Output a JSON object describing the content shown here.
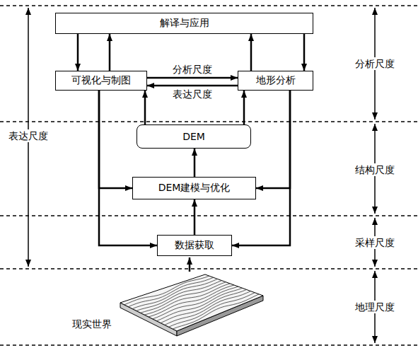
{
  "diagram": {
    "nodes": [
      {
        "text": [
          "解译与应用"
        ]
      },
      {
        "text": [
          "可视化与制图"
        ]
      },
      {
        "text": [
          "地形分析"
        ]
      },
      {
        "text": [
          "DEM"
        ]
      },
      {
        "text": [
          "DEM建模与优化"
        ]
      },
      {
        "text": [
          "数据获取"
        ]
      }
    ],
    "edges": [
      {
        "from": 0,
        "to": 1,
        "arrow": "to"
      },
      {
        "from": 1,
        "to": 0,
        "arrow": "to"
      },
      {
        "from": 2,
        "to": 0,
        "arrow": "to"
      },
      {
        "from": 0,
        "to": 2,
        "arrow": "to"
      },
      {
        "from": 1,
        "to": 2,
        "label": "分析尺度",
        "arrow": "to"
      },
      {
        "from": 2,
        "to": 1,
        "label": "表达尺度",
        "arrow": "to"
      },
      {
        "from": 3,
        "to": 1,
        "arrow": "to"
      },
      {
        "from": 3,
        "to": 2,
        "arrow": "to"
      },
      {
        "from": 4,
        "to": 3,
        "arrow": "to"
      },
      {
        "from": 5,
        "to": 4,
        "arrow": "to"
      },
      {
        "from": 1,
        "to": 4,
        "arrow": "to"
      },
      {
        "from": 1,
        "to": 5,
        "arrow": "to"
      },
      {
        "from": 2,
        "to": 4,
        "arrow": "to"
      },
      {
        "from": 2,
        "to": 5,
        "arrow": "to"
      }
    ],
    "labels": [
      "表达尺度",
      "分析尺度",
      "结构尺度",
      "采样尺度",
      "地理尺度",
      "现实世界"
    ]
  }
}
